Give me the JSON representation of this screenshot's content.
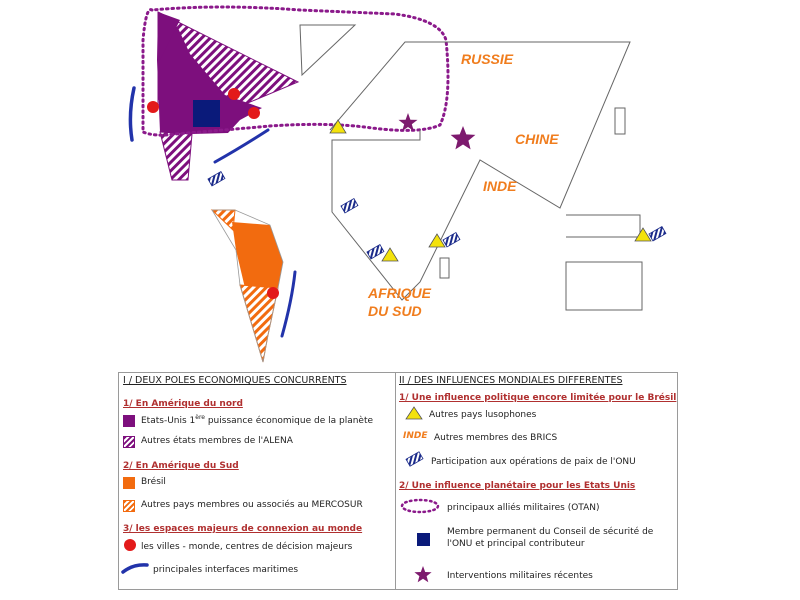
{
  "map": {
    "labels": {
      "russia": "RUSSIE",
      "china": "CHINE",
      "india": "INDE",
      "africa_line1": "AFRIQUE",
      "africa_line2": "DU SUD"
    },
    "colors": {
      "usa": "#7d0f7d",
      "brazil": "#f26b0f",
      "brics_label": "#f07d1e",
      "city_dot": "#e31a1a",
      "maritime": "#2233aa",
      "nato_dotted": "#8b1a8b",
      "security_council": "#0a1a7a",
      "military_star": "#7d1a6e",
      "lusophone_triangle": "#f3e20c",
      "outline": "#666666"
    }
  },
  "legend": {
    "left": {
      "title": "I / DEUX POLES ECONOMIQUES  CONCURRENTS",
      "sec1": "1/ En Amérique du nord",
      "usa_pre": "Etats-Unis 1",
      "usa_sup": "ère",
      "usa_post": " puissance économique de la planète",
      "alena": "Autres états membres de l'ALENA",
      "sec2": "2/ En Amérique du Sud",
      "bresil": "Brésil",
      "mercosur": "Autres pays membres ou associés au MERCOSUR",
      "sec3": "3/ les espaces majeurs de connexion au monde",
      "villes": "les villes - monde, centres de décision majeurs",
      "interfaces": "principales interfaces maritimes"
    },
    "right": {
      "title": "II / DES INFLUENCES MONDIALES DIFFERENTES",
      "sec1": "1/ Une influence  politique encore limitée pour le Brésil",
      "lusophones": "Autres pays lusophones",
      "inde_sample": "INDE",
      "brics": "Autres membres des BRICS",
      "onu_peace": "Participation aux opérations de paix de l'ONU",
      "sec2": "2/ Une influence planétaire pour les Etats Unis",
      "otan": "principaux alliés militaires (OTAN)",
      "security_line1": "Membre permanent du Conseil de sécurité de",
      "security_line2": "l'ONU et principal contributeur",
      "interventions": "Interventions militaires récentes"
    }
  }
}
